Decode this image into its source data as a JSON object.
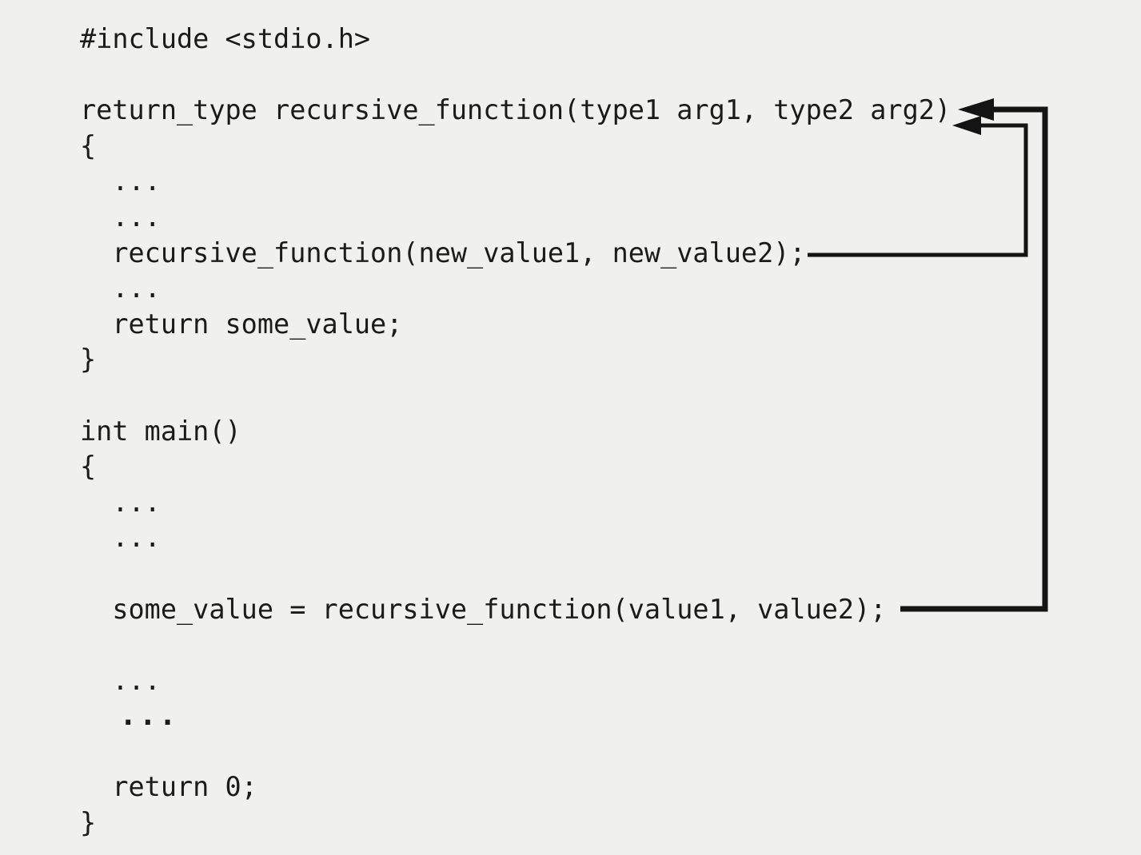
{
  "figure": {
    "background_color": "#f0f0ee",
    "text_color": "#1b1b1b"
  },
  "arrows": {
    "color": "#141414",
    "outer_call_arrow_name": "arrow from main() call statement up to function definition",
    "recursive_call_arrow_name": "arrow from recursive call statement up to function definition"
  },
  "code": {
    "lines": [
      "#include <stdio.h>",
      "",
      "return_type recursive_function(type1 arg1, type2 arg2)",
      "{",
      "  ...",
      "  ...",
      "  recursive_function(new_value1, new_value2);",
      "  ...",
      "  return some_value;",
      "}",
      "",
      "int main()",
      "{",
      "  ...",
      "  ...",
      "",
      "  some_value = recursive_function(value1, value2);",
      "",
      "  ...",
      "  ...",
      "",
      "  return 0;",
      "}"
    ]
  }
}
